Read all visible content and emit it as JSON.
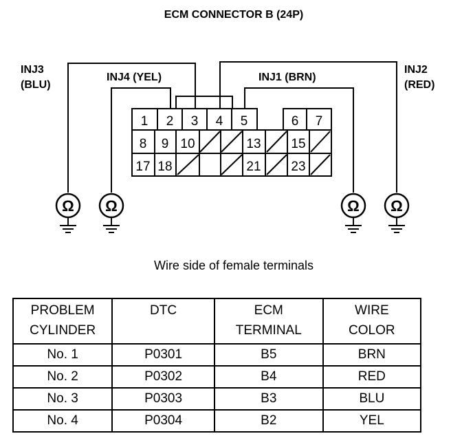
{
  "title": "ECM CONNECTOR B (24P)",
  "caption": "Wire side of female terminals",
  "injectors": [
    {
      "line1": "INJ3",
      "line2": "(BLU)"
    },
    {
      "line1": "INJ4 (YEL)"
    },
    {
      "line1": "INJ1 (BRN)"
    },
    {
      "line1": "INJ2",
      "line2": "(RED)"
    }
  ],
  "pins": [
    "1",
    "2",
    "3",
    "4",
    "5",
    "6",
    "7",
    "8",
    "9",
    "10",
    "13",
    "15",
    "17",
    "18",
    "21",
    "23"
  ],
  "ohm_symbol": "Ω",
  "table": {
    "headers": [
      {
        "line1": "PROBLEM",
        "line2": "CYLINDER"
      },
      {
        "line1": "DTC",
        "line2": ""
      },
      {
        "line1": "ECM",
        "line2": "TERMINAL"
      },
      {
        "line1": "WIRE",
        "line2": "COLOR"
      }
    ],
    "rows": [
      [
        "No. 1",
        "P0301",
        "B5",
        "BRN"
      ],
      [
        "No. 2",
        "P0302",
        "B4",
        "RED"
      ],
      [
        "No. 3",
        "P0303",
        "B3",
        "BLU"
      ],
      [
        "No. 4",
        "P0304",
        "B2",
        "YEL"
      ]
    ]
  }
}
